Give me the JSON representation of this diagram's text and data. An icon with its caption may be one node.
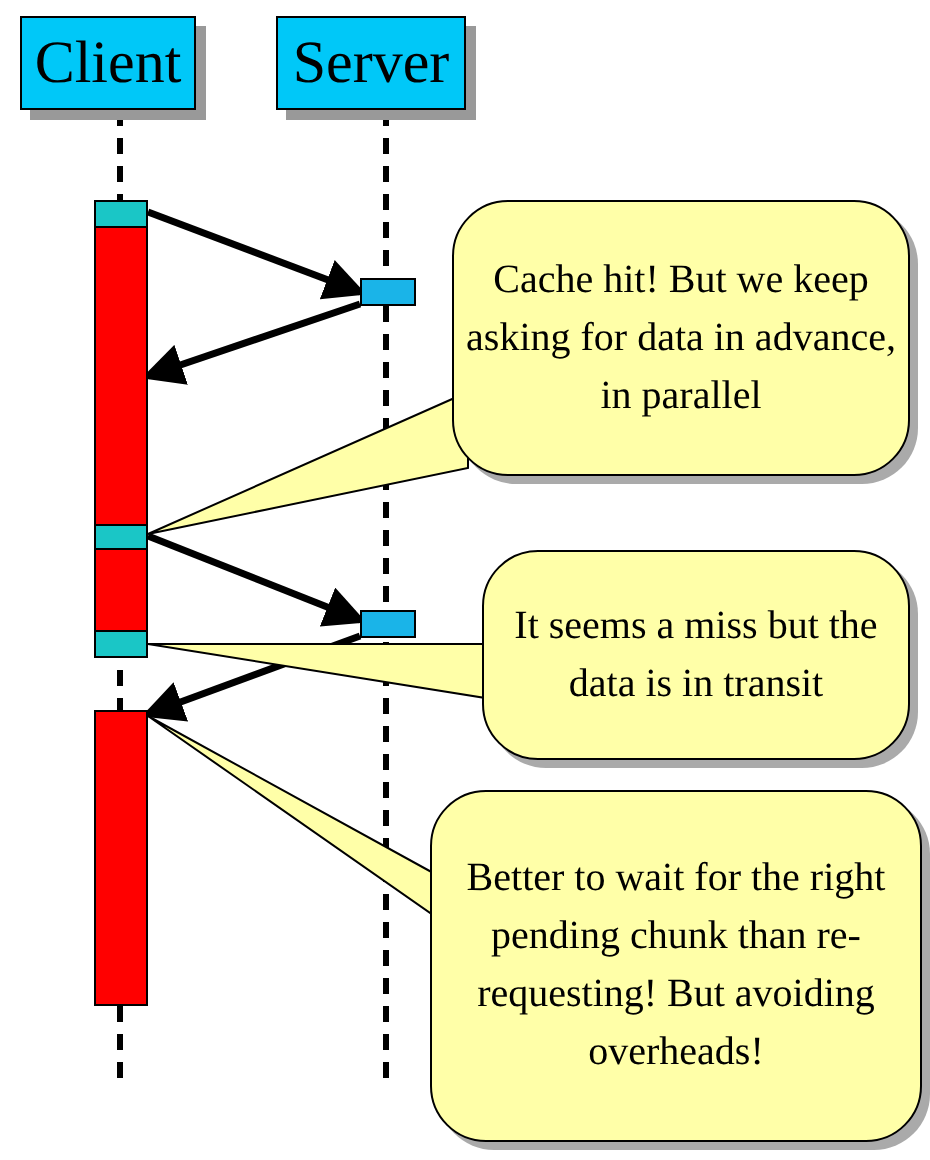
{
  "diagram": {
    "nodes": [
      {
        "text": [
          "Client"
        ]
      },
      {
        "text": [
          "Server"
        ]
      },
      {
        "text": [],
        "shape": "bar"
      },
      {
        "text": [],
        "shape": "box",
        "in": 2
      },
      {
        "text": [],
        "shape": "box"
      },
      {
        "text": [],
        "shape": "box",
        "in": 2
      },
      {
        "text": [],
        "shape": "box"
      },
      {
        "text": [],
        "shape": "box",
        "in": 2
      },
      {
        "text": [],
        "shape": "bar"
      },
      {
        "text": [
          "Cache hit! But we keep asking for data in advance, in parallel"
        ]
      },
      {
        "text": [
          "It seems a miss but the data is in transit"
        ]
      },
      {
        "text": [
          "Better to wait for the right pending chunk than re-requesting! But avoiding overheads!"
        ]
      }
    ],
    "edges": [
      {
        "from": 3,
        "to": 4,
        "arrow": "to"
      },
      {
        "from": 4,
        "to": 2,
        "arrow": "to"
      },
      {
        "from": 5,
        "to": 6,
        "arrow": "to"
      },
      {
        "from": 6,
        "to": 8,
        "arrow": "to"
      },
      {
        "from": 9,
        "to": 5,
        "arrow": "none"
      },
      {
        "from": 10,
        "to": 7,
        "arrow": "none"
      },
      {
        "from": 11,
        "to": 8,
        "arrow": "none"
      }
    ]
  }
}
